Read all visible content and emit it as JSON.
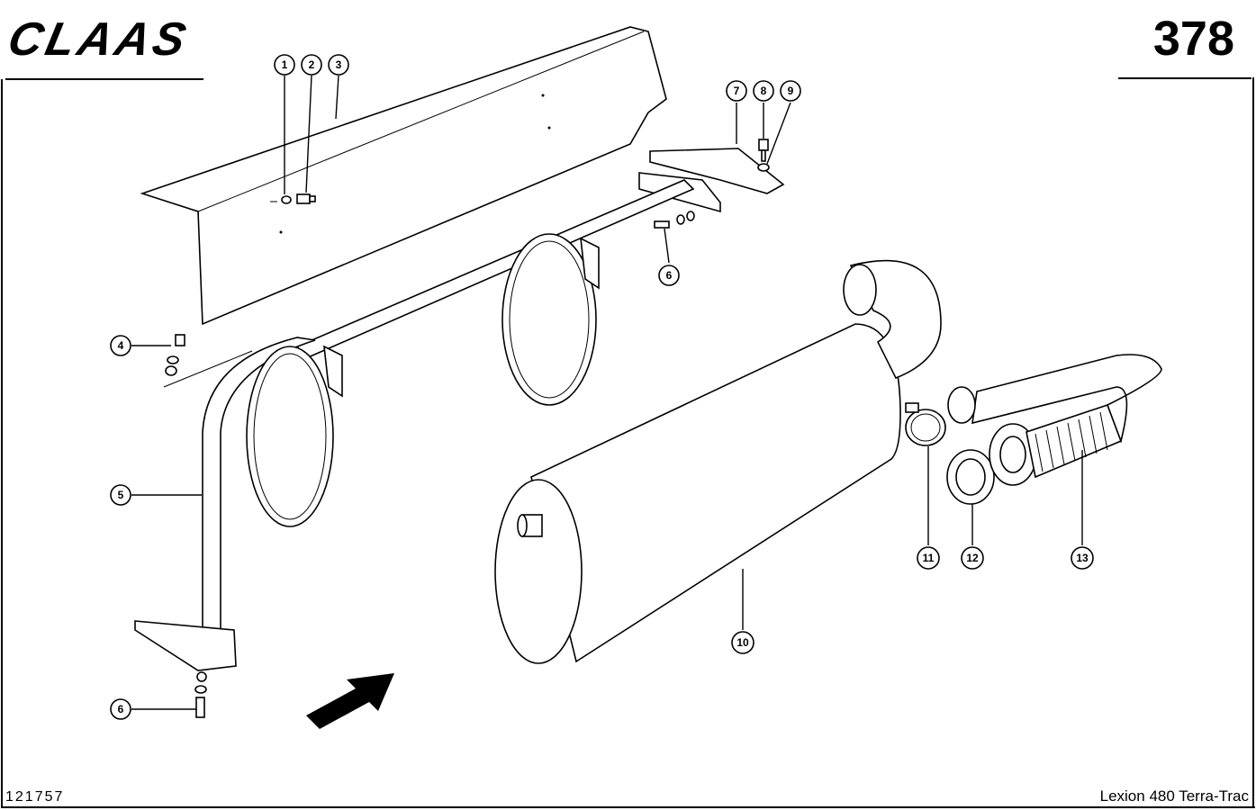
{
  "header": {
    "brand": "CLAAS",
    "page_number": "378"
  },
  "footer": {
    "drawing_number": "121757",
    "model": "Lexion 480 Terra-Trac"
  },
  "callouts": [
    {
      "id": "c1",
      "label": "1"
    },
    {
      "id": "c2",
      "label": "2"
    },
    {
      "id": "c3",
      "label": "3"
    },
    {
      "id": "c4",
      "label": "4"
    },
    {
      "id": "c5",
      "label": "5"
    },
    {
      "id": "c6a",
      "label": "6"
    },
    {
      "id": "c6b",
      "label": "6"
    },
    {
      "id": "c7",
      "label": "7"
    },
    {
      "id": "c8",
      "label": "8"
    },
    {
      "id": "c9",
      "label": "9"
    },
    {
      "id": "c10",
      "label": "10"
    },
    {
      "id": "c11",
      "label": "11"
    },
    {
      "id": "c12",
      "label": "12"
    },
    {
      "id": "c13",
      "label": "13"
    }
  ],
  "colors": {
    "ink": "#000000",
    "paper": "#ffffff"
  }
}
